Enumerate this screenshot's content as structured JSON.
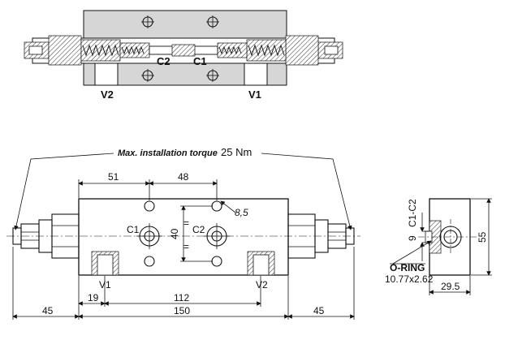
{
  "section": {
    "labels": {
      "c2": "C2",
      "c1": "C1",
      "v2": "V2",
      "v1": "V1"
    }
  },
  "front": {
    "torque_label": "Max. installation torque",
    "torque_value": "25 Nm",
    "dims": {
      "d51": "51",
      "d48": "48",
      "d8_5": "8,5",
      "d40": "40",
      "d19": "19",
      "d112": "112",
      "d150": "150",
      "d45_left": "45",
      "d45_right": "45"
    },
    "ports": {
      "c1": "C1",
      "c2": "C2",
      "v1": "V1",
      "v2": "V2"
    },
    "parallel_mark": "="
  },
  "side": {
    "dims": {
      "c1c2": "C1-C2",
      "d9": "9",
      "d55": "55",
      "d29_5": "29.5"
    },
    "oring_label": "O-RING",
    "oring_size": "10.77x2.62"
  }
}
